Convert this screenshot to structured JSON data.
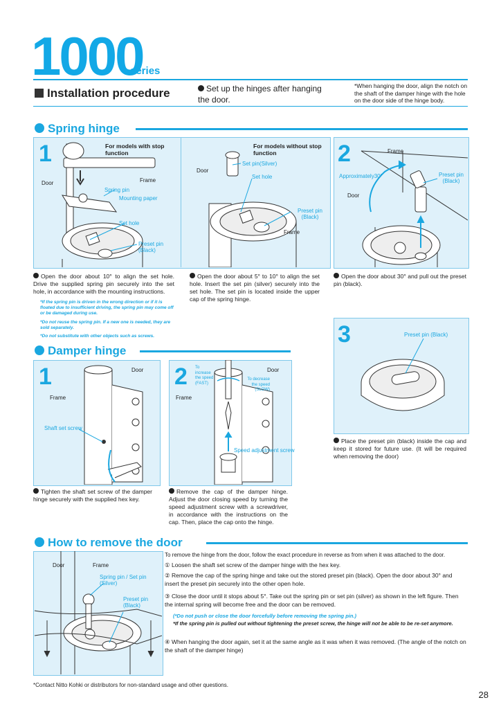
{
  "header": {
    "model": "1000",
    "series": "series",
    "section_title": "Installation procedure",
    "setup_note": "Set up the hinges after hanging the door.",
    "top_note": "*When hanging the door, align the notch on the shaft of the damper hinge with the hole on the door side of the hinge body."
  },
  "spring": {
    "heading": "Spring hinge",
    "p1a": {
      "num": "1",
      "title": "For models with stop function",
      "door": "Door",
      "frame": "Frame",
      "spring_pin": "Spring pin",
      "mounting_paper": "Mounting paper",
      "set_hole": "Set hole",
      "preset_pin": "Preset pin (Black)"
    },
    "p1b": {
      "title": "For models without stop function",
      "door": "Door",
      "set_pin": "Set pin(Silver)",
      "set_hole": "Set hole",
      "preset_pin": "Preset pin (Black)",
      "frame": "Frame"
    },
    "p2": {
      "num": "2",
      "frame": "Frame",
      "approx": "Approximately30°",
      "door": "Door",
      "preset_pin": "Preset pin (Black)"
    },
    "p3": {
      "num": "3",
      "preset_pin": "Preset pin (Black)"
    },
    "text1": "Open the door about 10° to align the set hole. Drive the supplied spring pin securely into the set hole, in accordance with the mounting instructions.",
    "notes1": [
      "*If the spring pin is driven in the wrong direction or if it is floated due to insufficient driving, the spring pin may come off or be damaged during use.",
      "*Do not reuse the spring pin. If a new one is needed, they are sold separately.",
      "*Do not substitute with other objects such as screws."
    ],
    "text1b": "Open the door about 5° to 10° to align the set hole. Insert the set pin (silver) securely into the set hole. The set pin is located inside the upper cap of the spring hinge.",
    "text2": "Open the door about 30° and pull out the preset pin (black).",
    "text3": "Place the preset pin (black) inside the cap and keep it stored for future use. (It will be required when removing the door)"
  },
  "damper": {
    "heading": "Damper hinge",
    "p1": {
      "num": "1",
      "door": "Door",
      "frame": "Frame",
      "screw": "Shaft set screw"
    },
    "p2": {
      "num": "2",
      "door": "Door",
      "frame": "Frame",
      "increase": "To increase the speed (FAST)",
      "decrease": "To decrease the speed (SLOW)",
      "adjust": "Speed adjustment screw"
    },
    "text1": "Tighten the shaft set screw of the damper hinge securely with the supplied hex key.",
    "text2": "Remove the cap of the damper hinge. Adjust the door closing speed by turning the speed adjustment screw with a screwdriver, in accordance with the instructions on the cap. Then, place the cap onto the hinge."
  },
  "remove": {
    "heading": "How to remove the door",
    "door": "Door",
    "frame": "Frame",
    "spring_pin": "Spring pin / Set pin (Silver)",
    "preset_pin": "Preset pin (Black)",
    "intro": "To remove the hinge from the door, follow the exact procedure in reverse as from when it was attached to the door.",
    "step1": "① Loosen the shaft set screw of the damper hinge with the hex key.",
    "step2": "② Remove the cap of the spring hinge and take out the stored preset pin (black). Open the door about 30° and insert the preset pin securely into the other open hole.",
    "step3": "③ Close the door until it stops about 5°. Take out the spring pin or set pin (silver) as shown in the left figure. Then the internal spring will become free and the door can be removed.",
    "warn1": "(*Do not push or close the door forcefully before removing the spring pin.)",
    "warn2": "*If the spring pin is pulled out without tightening the preset screw, the hinge will not be able to be re-set anymore.",
    "step4": "④ When hanging the door again, set it at the same angle as it was when it was removed. (The angle of the notch on the shaft of the damper hinge)"
  },
  "footer": {
    "contact": "*Contact Nitto Kohki or distributors for non-standard usage and other questions.",
    "page": "28"
  },
  "colors": {
    "accent": "#1aa7e0",
    "panel": "#dff1fa"
  }
}
